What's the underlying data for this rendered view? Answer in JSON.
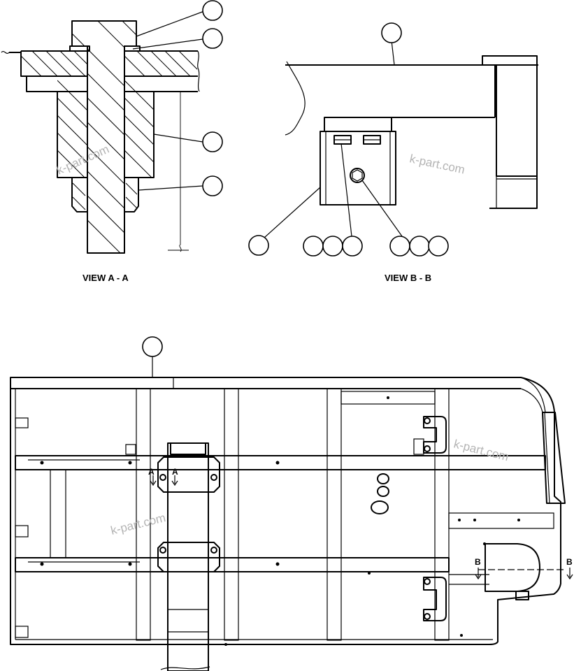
{
  "captions": {
    "view_a": "VIEW A - A",
    "view_b": "VIEW B - B"
  },
  "section_marks": {
    "a_left": "A",
    "a_right": "A",
    "b_left": "B",
    "b_right": "B"
  },
  "watermark": "k-part.com"
}
